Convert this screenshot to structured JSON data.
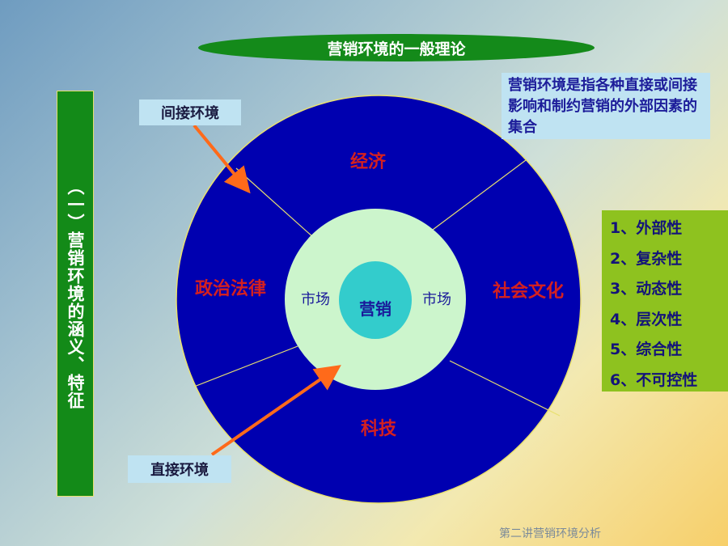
{
  "title": "营销环境的一般理论",
  "side_title": "（一）营销环境的涵义、特征",
  "indirect_label": "间接环境",
  "direct_label": "直接环境",
  "description": "营销环境是指各种直接或间接影响和制约营销的外部因素的集合",
  "segments": {
    "top": "经济",
    "left": "政治法律",
    "right": "社会文化",
    "bottom": "科技"
  },
  "inner": {
    "market_left": "市场",
    "market_right": "市场",
    "center": "营销"
  },
  "features": [
    "1、外部性",
    "2、复杂性",
    "3、动态性",
    "4、层次性",
    "5、综合性",
    "6、不可控性"
  ],
  "footer": "第二讲营销环境分析",
  "colors": {
    "outer_circle": "#0000b0",
    "middle_circle": "#ccf5cc",
    "inner_circle": "#33cccc",
    "green": "#148a1a",
    "arrow": "#ff6a1a",
    "segment_text": "#d42020"
  }
}
